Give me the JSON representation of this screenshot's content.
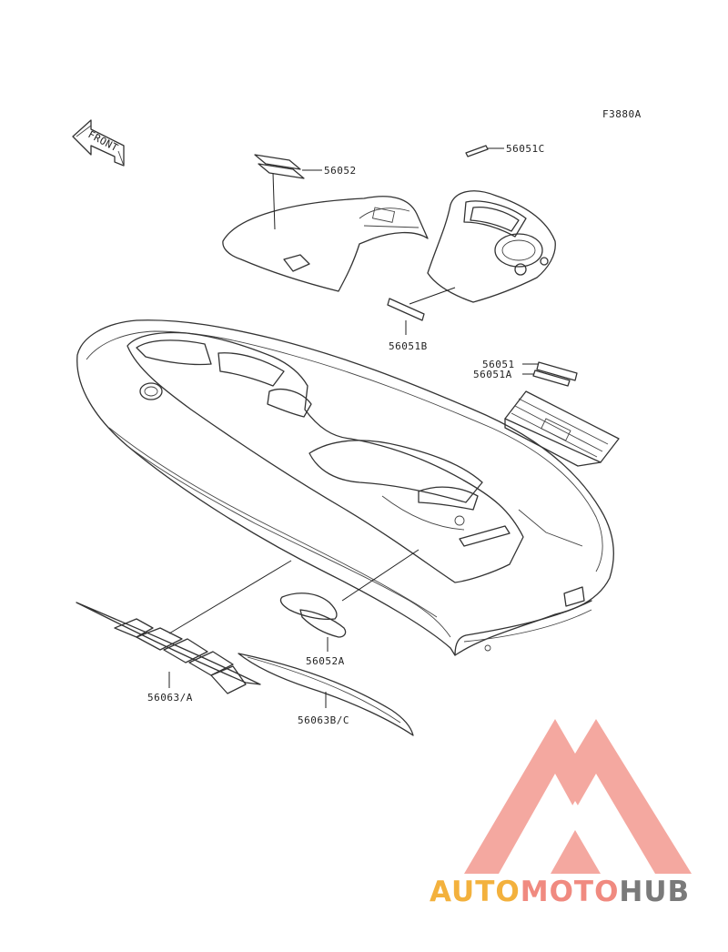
{
  "figure_code": "F3880A",
  "front_arrow_text": "FRONT",
  "callouts": {
    "p56052": "56052",
    "p56051C": "56051C",
    "p56051B": "56051B",
    "p56051": "56051",
    "p56051A": "56051A",
    "p56052A": "56052A",
    "p56063A": "56063/A",
    "p56063BC": "56063B/C"
  },
  "watermark": {
    "part1": "AUTO",
    "part2": "MOTO",
    "part3": "HUB",
    "colors": {
      "auto": "#f3b13d",
      "moto": "#f08a80",
      "hub": "#7a7a7a",
      "logo": "#f39a90"
    }
  }
}
